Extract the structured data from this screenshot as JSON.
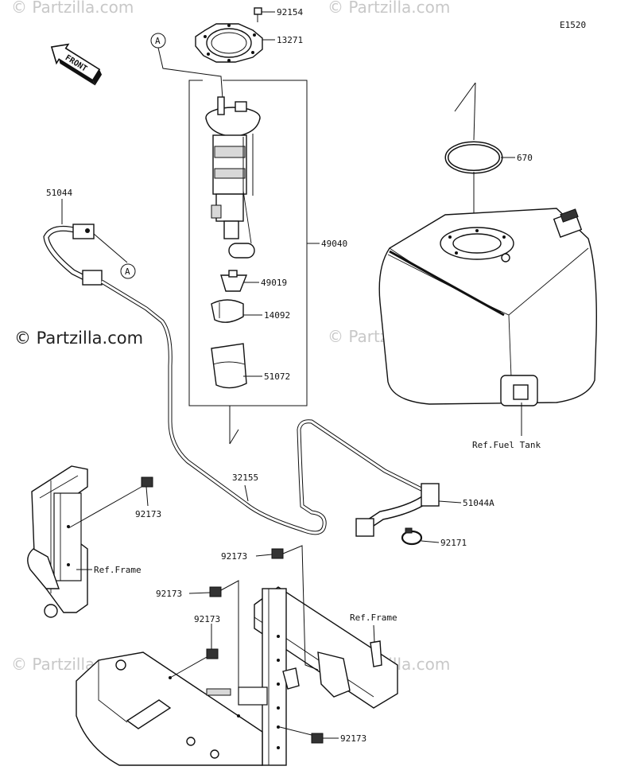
{
  "diagram_code": "E1520",
  "front_label": "FRONT",
  "callout_letter": "A",
  "watermark_text": "© Partzilla.com",
  "parts": {
    "p92154": "92154",
    "p13271": "13271",
    "p670": "670",
    "p51044": "51044",
    "p49040": "49040",
    "p49019": "49019",
    "p14092": "14092",
    "p51072": "51072",
    "p32155": "32155",
    "p51044A": "51044A",
    "p92171": "92171",
    "p92173": "92173"
  },
  "refs": {
    "fuel_tank": "Ref.Fuel Tank",
    "frame": "Ref.Frame"
  }
}
